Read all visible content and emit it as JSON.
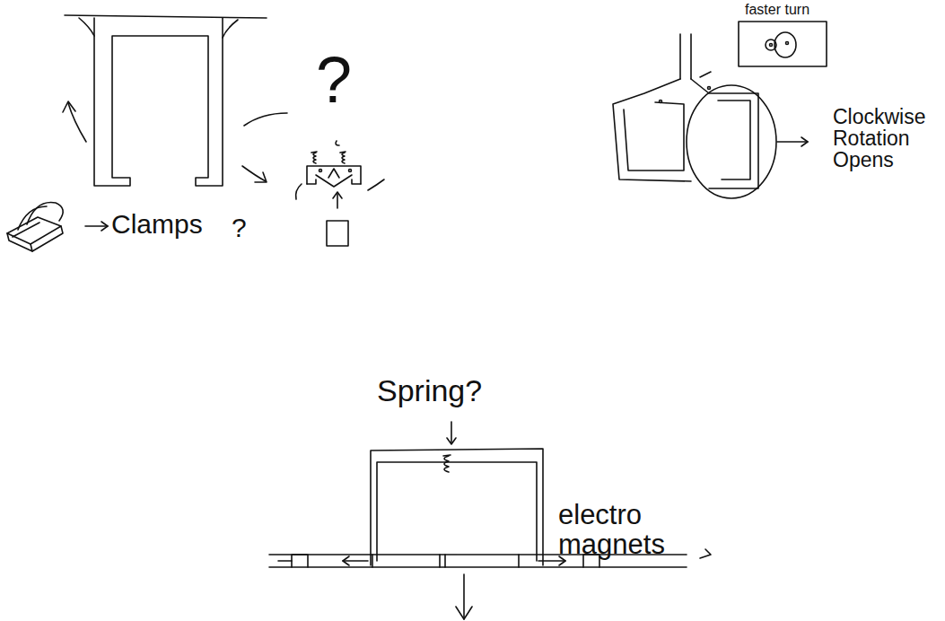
{
  "diagram": {
    "labels": [
      "?",
      "faster turn",
      "Clockwise Rotation Opens",
      "Clamps",
      "?",
      "Spring?",
      "electro magnets"
    ]
  }
}
